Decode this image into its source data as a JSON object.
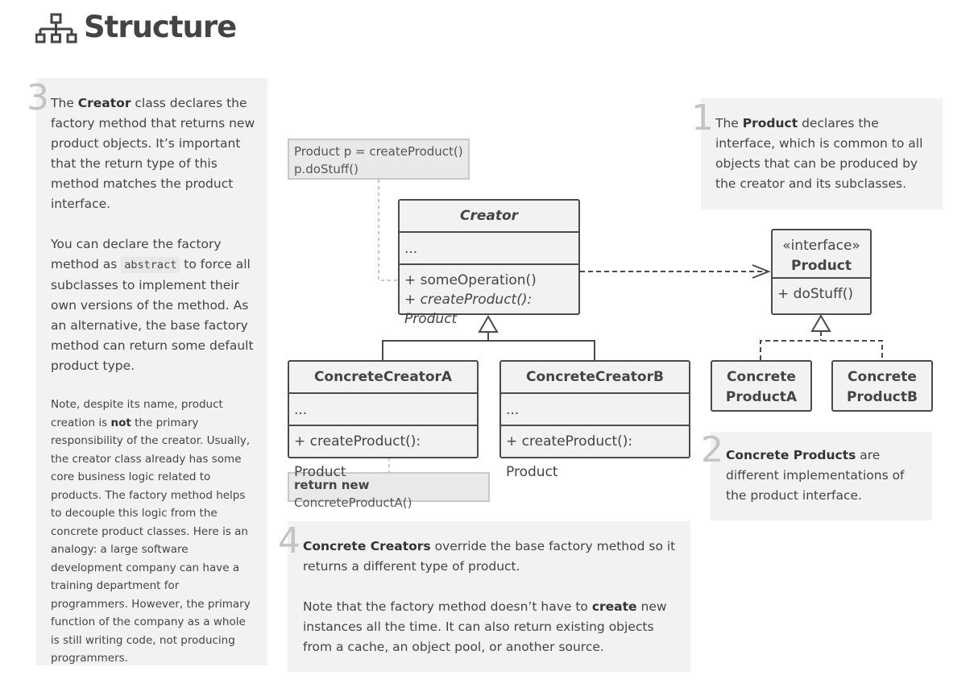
{
  "title": "Structure",
  "notes": {
    "n3": {
      "number": "3",
      "p1_a": "The ",
      "p1_b": "Creator",
      "p1_c": " class declares the factory method that returns new product objects. It’s important that the return type of this method matches the product interface.",
      "p2_a": "You can declare the factory method as ",
      "p2_code": "abstract",
      "p2_c": " to force all subclasses to implement their own versions of the method. As an alternative, the base factory method can return some default product type.",
      "p3_a": "Note, despite its name, product creation is ",
      "p3_b": "not",
      "p3_c": " the primary responsibility of the creator. Usually, the creator class already has some core business logic related to products. The factory method helps to decouple this logic from the concrete product classes. Here is an analogy: a large software development company can have a training department for programmers. However, the primary function of the company as a whole is still writing code, not producing programmers."
    },
    "n1": {
      "number": "1",
      "a": "The ",
      "b": "Product",
      "c": " declares the interface, which is common to all objects that can be produced by the creator and its subclasses."
    },
    "n2": {
      "number": "2",
      "b": "Concrete Products",
      "c": " are different implementations of the product interface."
    },
    "n4": {
      "number": "4",
      "b": "Concrete Creators",
      "c": " override the base factory method so it returns a different type of product.",
      "p2_a": "Note that the factory method doesn’t have to ",
      "p2_b": "create",
      "p2_c": " new instances all the time. It can also return existing objects from a cache, an object pool, or another source."
    }
  },
  "diagram": {
    "code_note_1": [
      "Product p = createProduct()",
      "p.doStuff()"
    ],
    "code_note_2_kw": "return new",
    "code_note_2_rest": " ConcreteProductA()",
    "creator": {
      "name": "Creator",
      "fields": "...",
      "method1": "+ someOperation()",
      "method2": "+ createProduct(): Product"
    },
    "creator_a": {
      "name": "ConcreteCreatorA",
      "fields": "...",
      "method": "+ createProduct(): Product"
    },
    "creator_b": {
      "name": "ConcreteCreatorB",
      "fields": "...",
      "method": "+ createProduct(): Product"
    },
    "product": {
      "stereotype": "«interface»",
      "name": "Product",
      "method": "+ doStuff()"
    },
    "product_a": {
      "line1": "Concrete",
      "line2": "ProductA"
    },
    "product_b": {
      "line1": "Concrete",
      "line2": "ProductB"
    }
  }
}
